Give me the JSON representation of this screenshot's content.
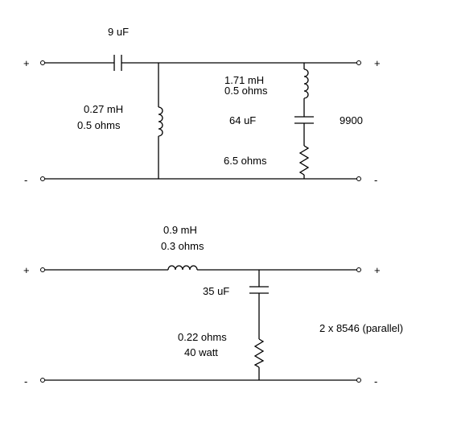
{
  "top_circuit": {
    "input_plus": "+",
    "input_minus": "-",
    "output_plus": "+",
    "output_minus": "-",
    "series_capacitor": "9 uF",
    "shunt_inductor_value": "0.27 mH",
    "shunt_inductor_resistance": "0.5 ohms",
    "notch_inductor_value": "1.71 mH",
    "notch_inductor_resistance": "0.5 ohms",
    "notch_capacitor": "64 uF",
    "notch_resistor": "6.5 ohms",
    "driver": "9900"
  },
  "bottom_circuit": {
    "input_plus": "+",
    "input_minus": "-",
    "output_plus": "+",
    "output_minus": "-",
    "series_inductor_value": "0.9 mH",
    "series_inductor_resistance": "0.3 ohms",
    "shunt_capacitor": "35 uF",
    "shunt_resistor_value": "0.22 ohms",
    "shunt_resistor_power": "40 watt",
    "driver": "2 x 8546 (parallel)"
  }
}
